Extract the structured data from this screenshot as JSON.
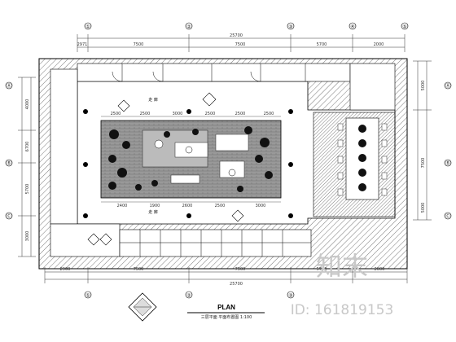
{
  "dimensions": {
    "top_total": "25700",
    "top_segments": [
      "2971",
      "7500",
      "7500",
      "5700",
      "2000"
    ],
    "bottom_segments": [
      "2900",
      "7500",
      "7500",
      "5700",
      "2000"
    ],
    "bottom_total": "25700",
    "left_segments": [
      "4000",
      "6700",
      "5700",
      "3000"
    ],
    "right_segments": [
      "5000",
      "7500",
      "5000"
    ],
    "inner_top": [
      "2500",
      "2500",
      "3000",
      "2500",
      "2500",
      "2500"
    ],
    "inner_bottom": [
      "2400",
      "1900",
      "2600",
      "2500",
      "3000"
    ]
  },
  "grid": {
    "columns": [
      "①",
      "②",
      "③",
      "④",
      "⑤"
    ],
    "rows_left": [
      "Ⓐ",
      "Ⓑ",
      "Ⓒ"
    ],
    "rows_right": [
      "Ⓐ",
      "Ⓑ",
      "Ⓒ"
    ]
  },
  "rooms": {
    "corridor_label": "走 廊",
    "corridor_label_2": "走 廊"
  },
  "title": {
    "main": "PLAN",
    "sub": "三层平面  平面布置图  1:100"
  },
  "watermark": {
    "brand": "知末",
    "id": "ID: 161819153"
  }
}
